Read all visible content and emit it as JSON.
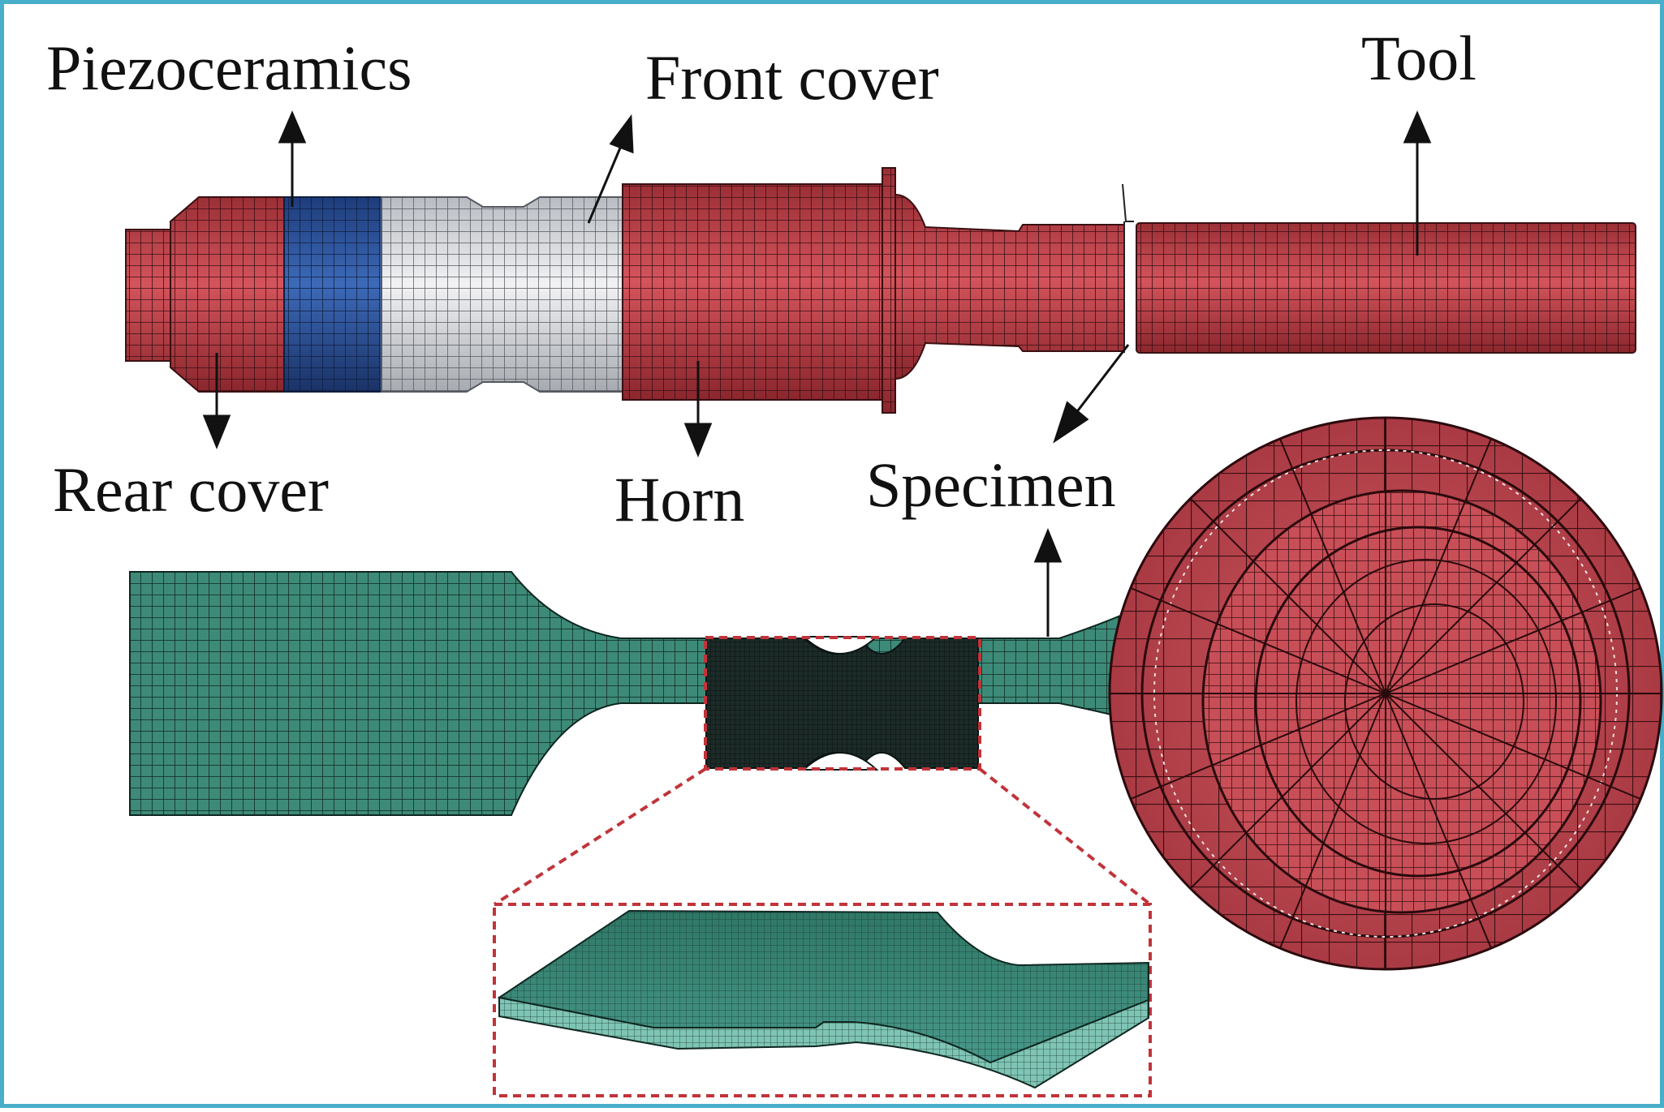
{
  "labels": {
    "piezoceramics": "Piezoceramics",
    "front_cover": "Front cover",
    "tool": "Tool",
    "rear_cover": "Rear cover",
    "horn": "Horn",
    "specimen": "Specimen"
  },
  "colors": {
    "border": "#48aeca",
    "red_mesh": "#c0404a",
    "blue_mesh": "#2a4f96",
    "white_mesh": "#d4d4d6",
    "green_mesh": "#3d8a78",
    "dark_mesh": "#1c2a28",
    "callout_dash": "#c0343a"
  }
}
